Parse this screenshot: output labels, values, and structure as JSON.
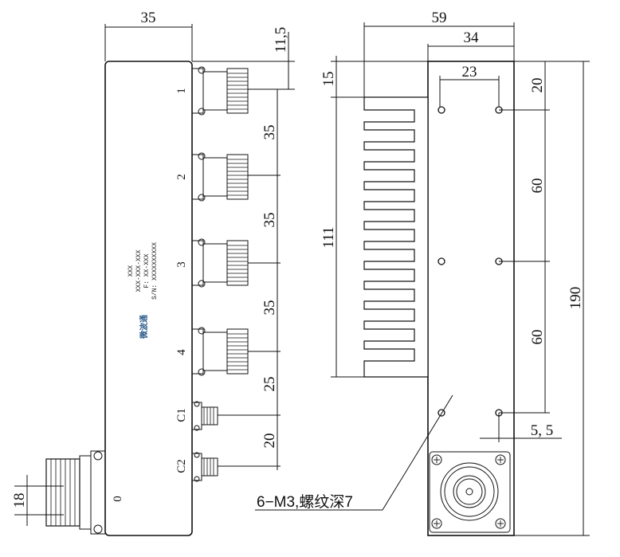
{
  "dimensions": {
    "side_width": "35",
    "top_offset": "11,5",
    "pitch_1": "35",
    "pitch_2": "35",
    "pitch_3": "35",
    "pitch_4": "25",
    "pitch_5": "20",
    "connector_width": "18",
    "front_total_width": "59",
    "front_width": "34",
    "hole_spacing_x": "23",
    "fin_top_offset": "15",
    "fin_height": "111",
    "hole_top_offset": "20",
    "hole_pitch_1": "60",
    "hole_pitch_2": "60",
    "total_height": "190",
    "hole_edge_offset": "5, 5"
  },
  "ports": {
    "p1": "1",
    "p2": "2",
    "p3": "3",
    "p4": "4",
    "c1": "C1",
    "c2": "C2",
    "ant": "0"
  },
  "label_plate": {
    "line1": "XXX",
    "line2": "XXX-XXX-XXX",
    "line3": "F: XX-XXX",
    "line4": "S/N: XXXXXXXXXX",
    "brand": "微波通"
  },
  "note": "6−M3,螺纹深7"
}
